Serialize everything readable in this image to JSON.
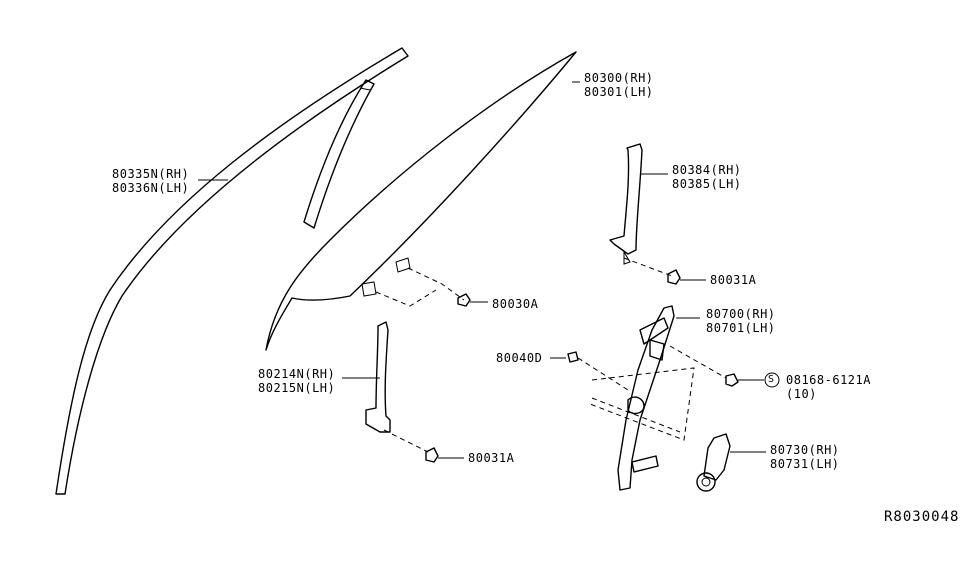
{
  "parts": {
    "belt_moulding": {
      "rh": "80335N(RH)",
      "lh": "80336N(LH)"
    },
    "door_glass": {
      "rh": "80300(RH)",
      "lh": "80301(LH)"
    },
    "rear_sash": {
      "rh": "80384(RH)",
      "lh": "80385(LH)"
    },
    "bolt_upper": "80031A",
    "glass_bolt": "80030A",
    "front_sash": {
      "rh": "80214N(RH)",
      "lh": "80215N(LH)"
    },
    "bolt_lower": "80031A",
    "regulator_clip": "80040D",
    "regulator": {
      "rh": "80700(RH)",
      "lh": "80701(LH)"
    },
    "regulator_bolt": {
      "number": "08168-6121A",
      "qty": "(10)",
      "symbol": "S"
    },
    "motor": {
      "rh": "80730(RH)",
      "lh": "80731(LH)"
    }
  },
  "diagram_code": "R8030048"
}
